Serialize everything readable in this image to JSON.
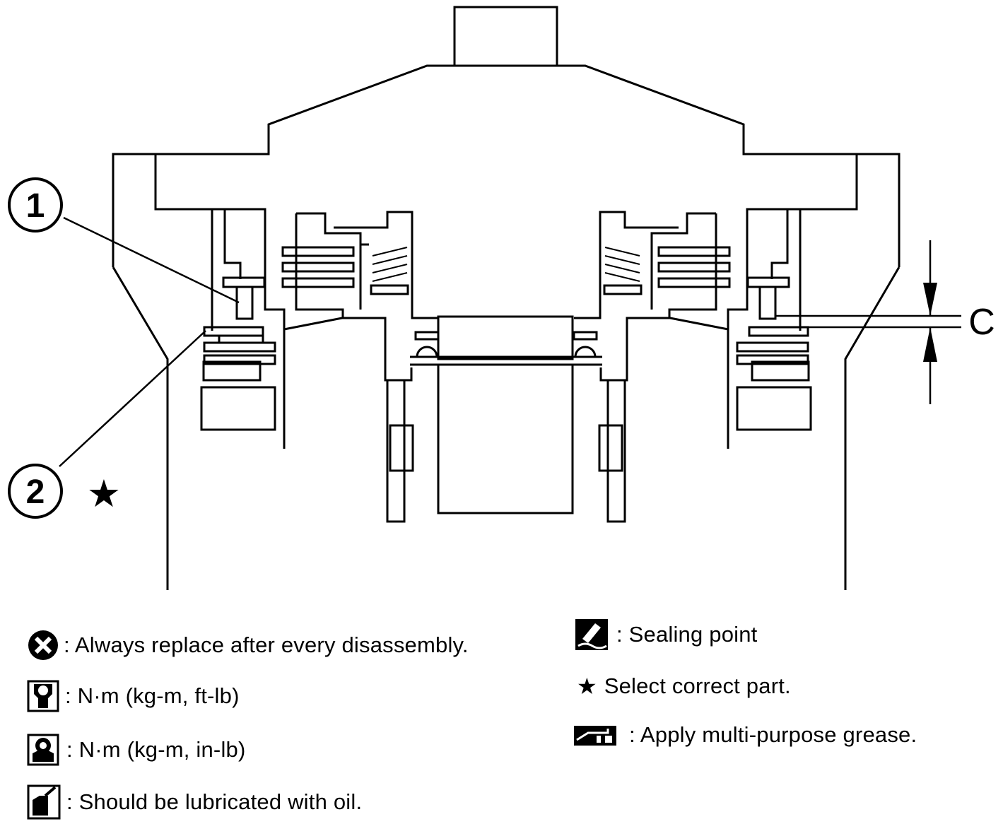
{
  "callouts": {
    "part1": "1",
    "part2": "2",
    "part2_mark": "★",
    "clearance": "C"
  },
  "legend": {
    "items": [
      {
        "icon": "always-replace-icon",
        "text": ": Always replace after every disassembly."
      },
      {
        "icon": "torque-ft-lb-icon",
        "text": ": N·m (kg-m, ft-lb)"
      },
      {
        "icon": "torque-in-lb-icon",
        "text": ": N·m (kg-m, in-lb)"
      },
      {
        "icon": "oil-can-icon",
        "text": ": Should be lubricated with oil."
      },
      {
        "icon": "sealing-point-icon",
        "text": ": Sealing point"
      },
      {
        "icon": "select-part-star-icon",
        "text": "Select correct part."
      },
      {
        "icon": "grease-icon",
        "text": ": Apply multi-purpose grease."
      }
    ],
    "star_symbol": "★"
  }
}
